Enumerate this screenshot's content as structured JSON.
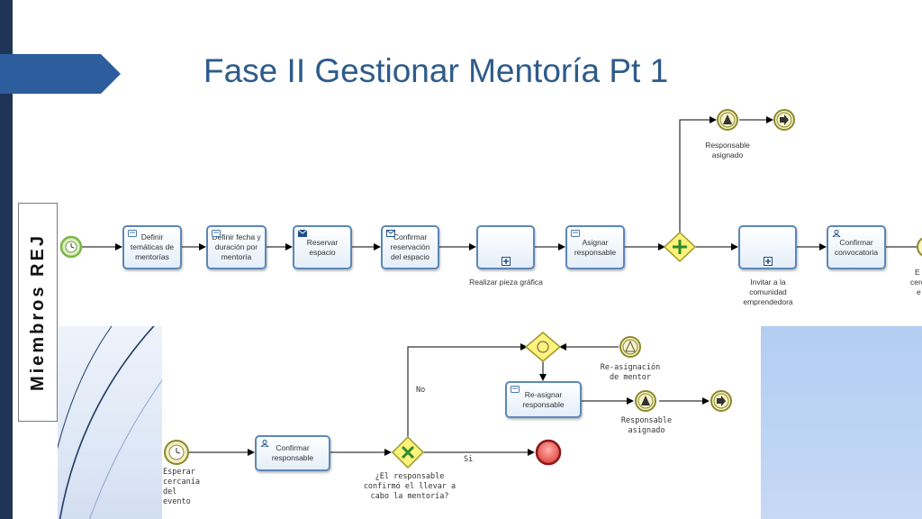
{
  "title": "Fase II Gestionar Mentoría Pt 1",
  "lane": {
    "label": "Miembros REJ"
  },
  "tasks": {
    "definir_tematicas": "Definir temáticas de mentorías",
    "definir_fecha": "Definir fecha y duración por mentoría",
    "reservar_espacio": "Reservar espacio",
    "confirmar_reservacion": "Confirmar reservación del espacio",
    "asignar_responsable": "Asignar responsable",
    "confirmar_convocatoria": "Confirmar convocatoria",
    "re_asignar": "Re-asignar responsable",
    "confirmar_responsable": "Confirmar responsable"
  },
  "subprocesses": {
    "realizar_pieza": "Realizar pieza gráfica",
    "invitar_comunidad": "Invitar a la comunidad emprendedora"
  },
  "events": {
    "responsable_asignado_top": "Responsable asignado",
    "re_asignacion_mentor": "Re-asignación de mentor",
    "responsable_asignado_bottom": "Responsable asignado",
    "esperar_cercania": "Esperar cercanía del evento",
    "cut_right_1": "E",
    "cut_right_2": "cerc",
    "cut_right_3": "e"
  },
  "gateways": {
    "pregunta": "¿El responsable confirmó el llevar a cabo la mentoría?",
    "no": "No",
    "si": "Si"
  },
  "colors": {
    "accent_blue": "#2e5b8a",
    "task_border": "#5b87b8",
    "event_start": "#7ab648",
    "gateway_fill": "#fff27a",
    "end_event": "#e0443c"
  }
}
